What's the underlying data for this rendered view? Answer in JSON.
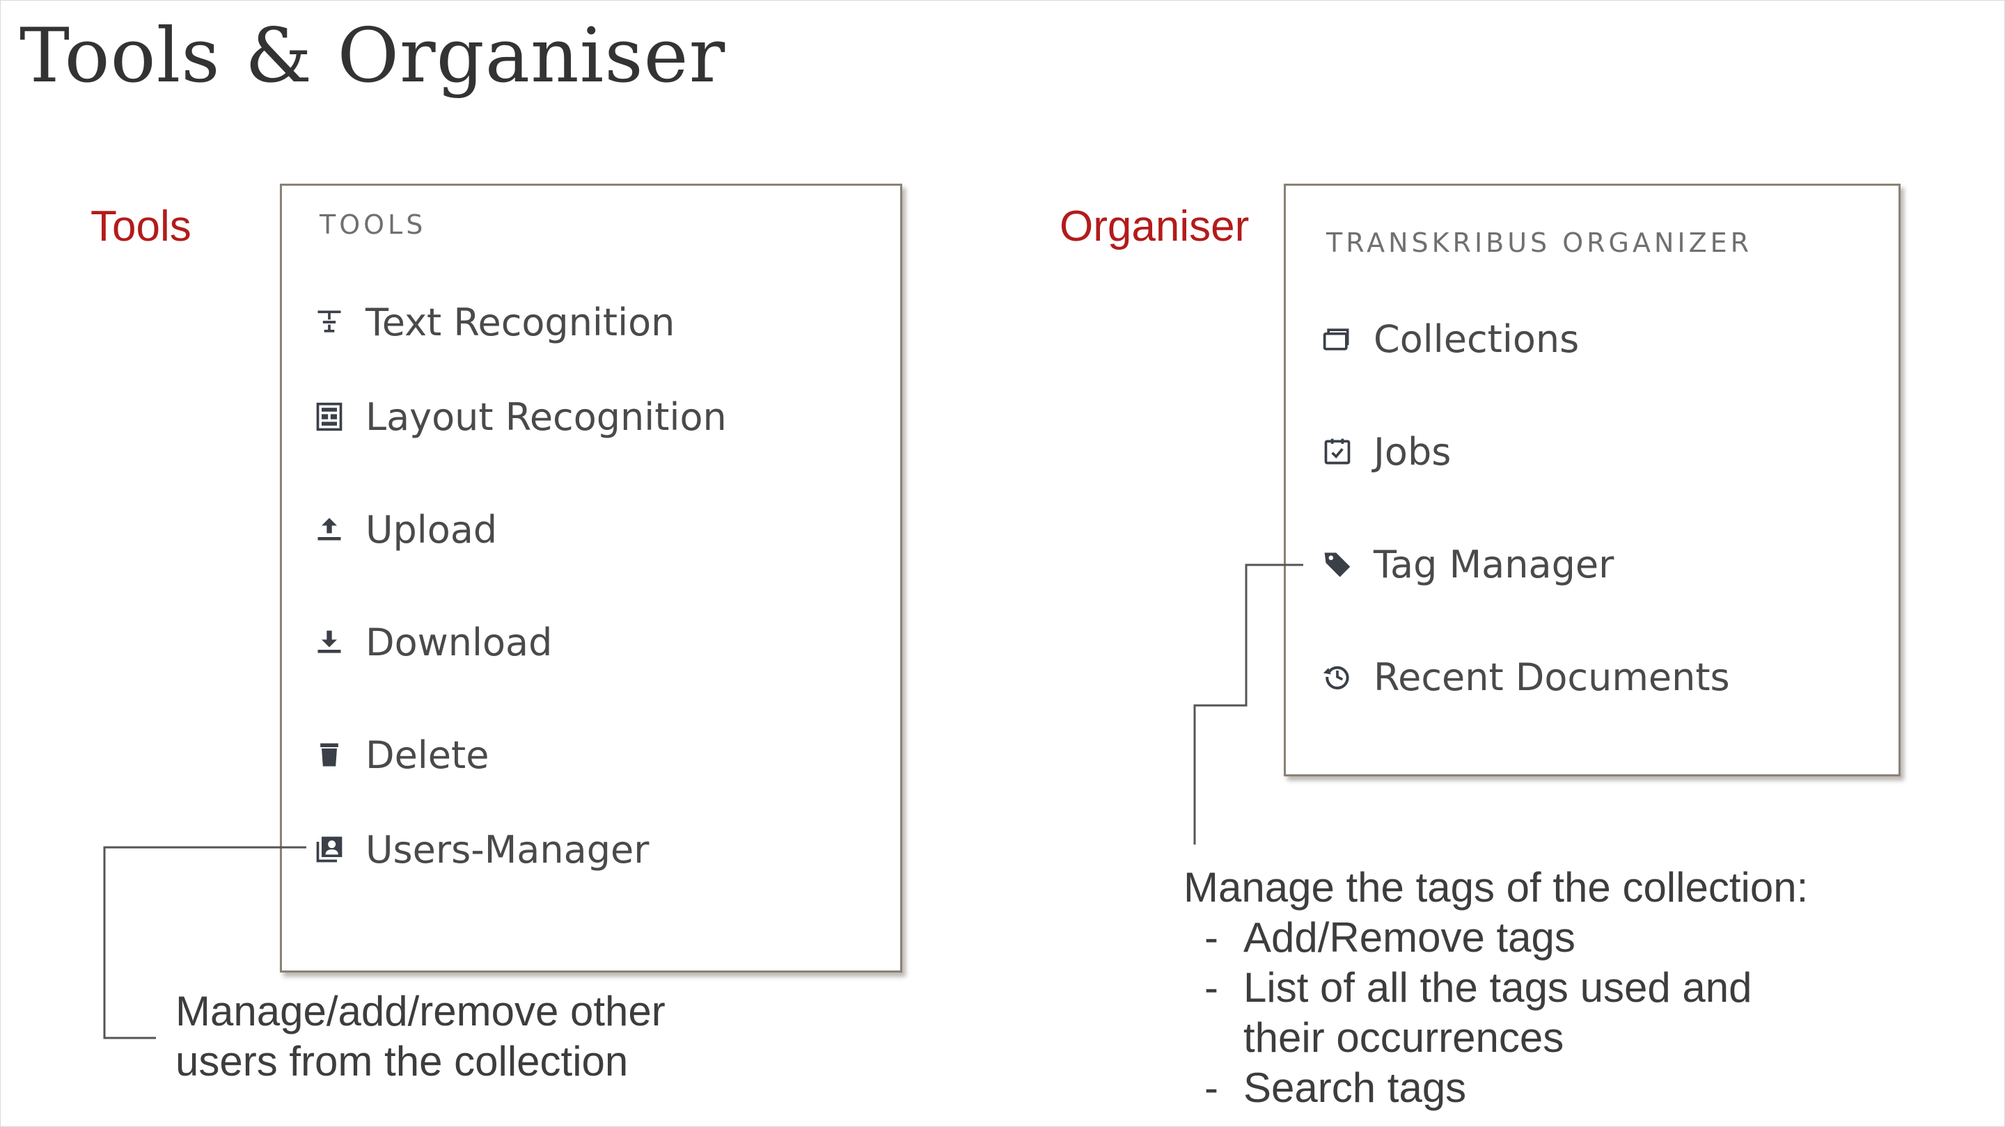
{
  "slide": {
    "title": "Tools & Organiser"
  },
  "tools": {
    "side_label": "Tools",
    "panel_header": "TOOLS",
    "items": [
      {
        "label": "Text Recognition",
        "icon": "text-recognition-icon"
      },
      {
        "label": "Layout Recognition",
        "icon": "layout-recognition-icon"
      },
      {
        "label": "Upload",
        "icon": "upload-icon"
      },
      {
        "label": "Download",
        "icon": "download-icon"
      },
      {
        "label": "Delete",
        "icon": "trash-icon"
      },
      {
        "label": "Users-Manager",
        "icon": "users-manager-icon"
      }
    ],
    "annotation": {
      "lines": [
        "Manage/add/remove other",
        "users from the collection"
      ]
    }
  },
  "organiser": {
    "side_label": "Organiser",
    "panel_header": "TRANSKRIBUS ORGANIZER",
    "items": [
      {
        "label": "Collections",
        "icon": "collections-icon"
      },
      {
        "label": "Jobs",
        "icon": "jobs-icon"
      },
      {
        "label": "Tag Manager",
        "icon": "tag-icon"
      },
      {
        "label": "Recent Documents",
        "icon": "history-icon"
      }
    ],
    "annotation": {
      "intro": "Manage the tags of the collection:",
      "bullets": [
        "Add/Remove tags",
        "List of all the tags used and",
        "their occurrences",
        "Search tags"
      ]
    }
  },
  "colors": {
    "side_label": "#b31b1b",
    "panel_border": "#8a8274",
    "icon": "#3b3f48",
    "text": "#4a4a4a"
  }
}
